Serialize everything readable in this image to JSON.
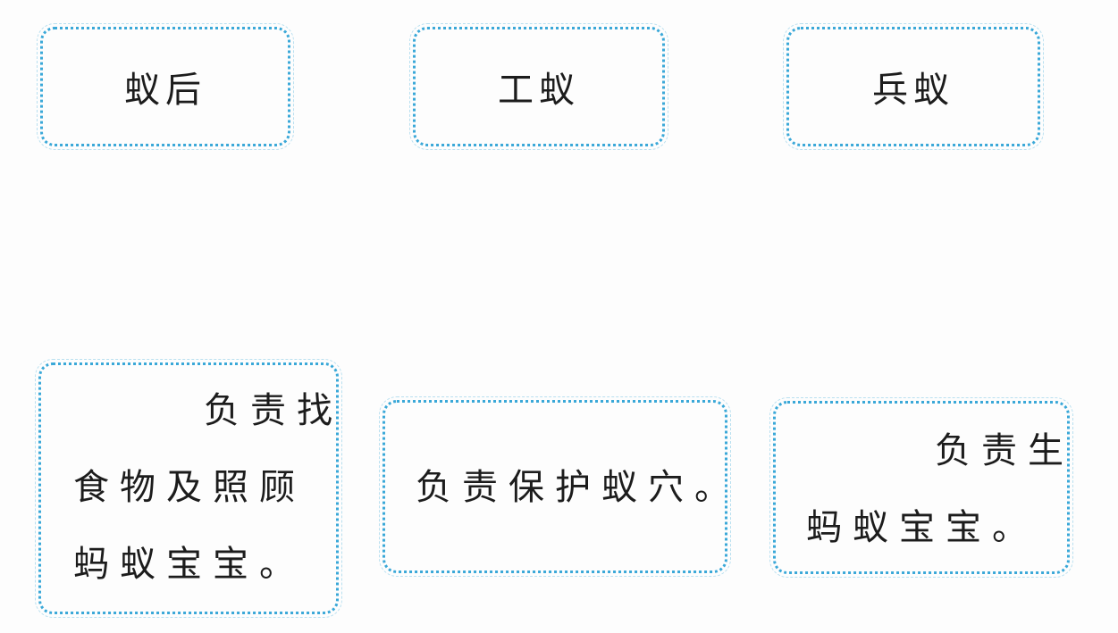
{
  "roles": [
    {
      "label": "蚁后"
    },
    {
      "label": "工蚁"
    },
    {
      "label": "兵蚁"
    }
  ],
  "descriptions": [
    {
      "lines": [
        "负责找",
        "食物及照顾",
        "蚂蚁宝宝。"
      ]
    },
    {
      "lines": [
        "负责保护蚁穴。"
      ]
    },
    {
      "lines": [
        "负责生",
        "蚂蚁宝宝。"
      ]
    }
  ],
  "colors": {
    "card_border": "#3aa8d8",
    "text": "#1c1c1c",
    "background": "#fdfdfd"
  }
}
